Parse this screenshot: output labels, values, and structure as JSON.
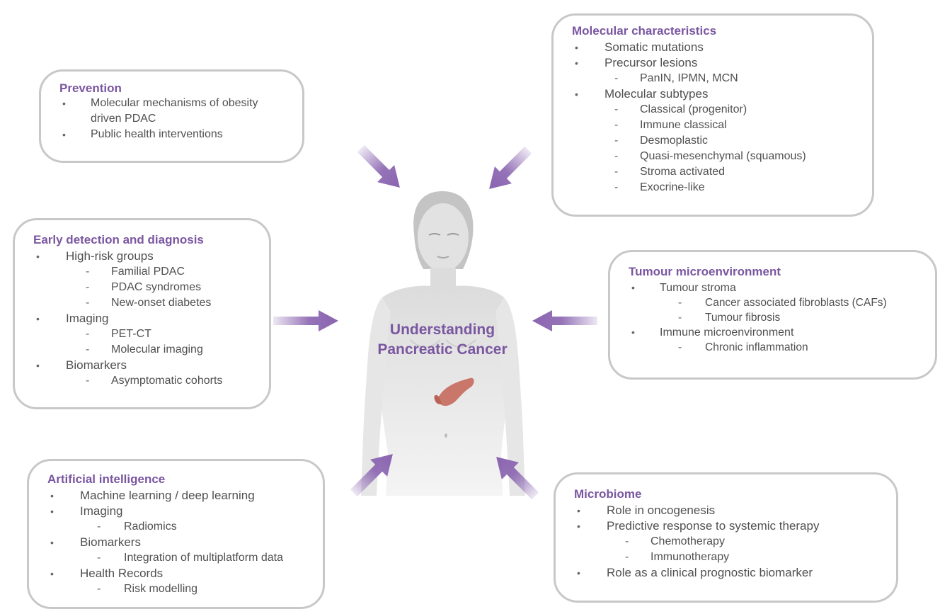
{
  "center": {
    "title_line1": "Understanding",
    "title_line2": "Pancreatic Cancer"
  },
  "colors": {
    "accent": "#7a56a0",
    "arrow": "#8a64b0",
    "box_border": "#c8c8c8",
    "text": "#505050"
  },
  "boxes": {
    "prevention": {
      "title": "Prevention",
      "items": [
        {
          "text": "Molecular mechanisms of obesity driven PDAC",
          "subs": []
        },
        {
          "text": "Public health interventions",
          "subs": []
        }
      ]
    },
    "molecular": {
      "title": "Molecular characteristics",
      "items": [
        {
          "text": "Somatic mutations",
          "subs": []
        },
        {
          "text": "Precursor lesions",
          "subs": [
            "PanIN, IPMN, MCN"
          ]
        },
        {
          "text": "Molecular subtypes",
          "subs": [
            "Classical (progenitor)",
            "Immune classical",
            "Desmoplastic",
            "Quasi-mesenchymal (squamous)",
            "Stroma activated",
            "Exocrine-like"
          ]
        }
      ]
    },
    "early": {
      "title": "Early detection and diagnosis",
      "items": [
        {
          "text": "High-risk groups",
          "subs": [
            "Familial PDAC",
            "PDAC syndromes",
            "New-onset diabetes"
          ]
        },
        {
          "text": "Imaging",
          "subs": [
            "PET-CT",
            "Molecular imaging"
          ]
        },
        {
          "text": "Biomarkers",
          "subs": [
            "Asymptomatic cohorts"
          ]
        }
      ]
    },
    "tme": {
      "title": "Tumour microenvironment",
      "items": [
        {
          "text": "Tumour stroma",
          "subs": [
            "Cancer associated fibroblasts (CAFs)",
            "Tumour fibrosis"
          ]
        },
        {
          "text": "Immune microenvironment",
          "subs": [
            "Chronic inflammation"
          ]
        }
      ]
    },
    "ai": {
      "title": "Artificial intelligence",
      "items": [
        {
          "text": "Machine learning / deep learning",
          "subs": []
        },
        {
          "text": "Imaging",
          "subs": [
            "Radiomics"
          ]
        },
        {
          "text": "Biomarkers",
          "subs": [
            "Integration of multiplatform data"
          ]
        },
        {
          "text": "Health Records",
          "subs": [
            "Risk modelling"
          ]
        }
      ]
    },
    "microbiome": {
      "title": "Microbiome",
      "items": [
        {
          "text": "Role in oncogenesis",
          "subs": []
        },
        {
          "text": "Predictive response to systemic therapy",
          "subs": [
            "Chemotherapy",
            "Immunotherapy"
          ]
        },
        {
          "text": "Role as a clinical prognostic biomarker",
          "subs": []
        }
      ]
    }
  }
}
